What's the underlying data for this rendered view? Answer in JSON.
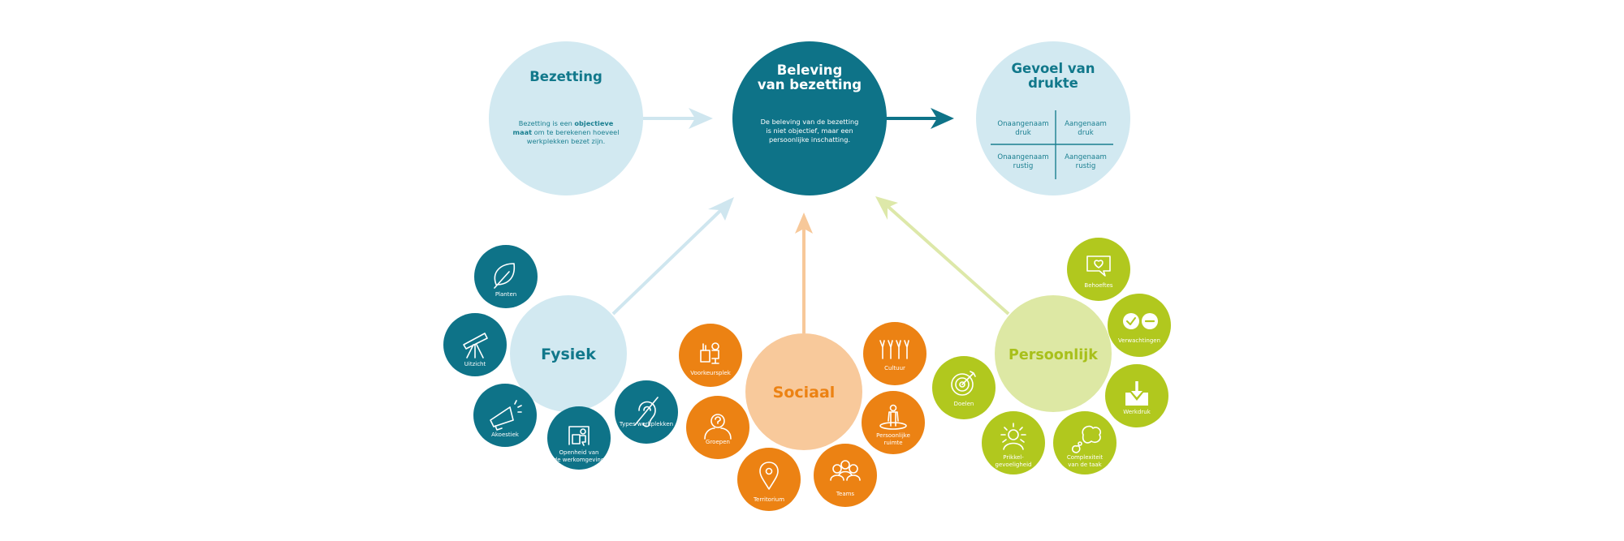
{
  "colors": {
    "teal_dark": "#0e7388",
    "teal_light": "#d2e9f1",
    "orange": "#ec8213",
    "orange_light": "#f8c99b",
    "green": "#b1c81e",
    "green_light": "#dde8a4",
    "arrow_blue": "#cfe6ef",
    "arrow_orange": "#f7c899",
    "arrow_green": "#dde8a9"
  },
  "top": {
    "bezetting": {
      "title": "Bezetting",
      "desc_line1_pre": "Bezetting is een ",
      "desc_line1_bold": "objectieve",
      "desc_line2_bold": "maat",
      "desc_line2_post": " om te berekenen hoeveel",
      "desc_line3": "werkplekken bezet zijn."
    },
    "beleving": {
      "title_line1": "Beleving",
      "title_line2": "van bezetting",
      "desc_line1": "De beleving van de bezetting",
      "desc_line2": "is niet objectief, maar een",
      "desc_line3": "persoonlijke inschatting."
    },
    "gevoel": {
      "title_line1": "Gevoel van",
      "title_line2": "drukte",
      "quadrants": [
        {
          "line1": "Onaangenaam",
          "line2": "druk"
        },
        {
          "line1": "Aangenaam",
          "line2": "druk"
        },
        {
          "line1": "Onaangenaam",
          "line2": "rustig"
        },
        {
          "line1": "Aangenaam",
          "line2": "rustig"
        }
      ]
    }
  },
  "groups": {
    "fysiek": {
      "title": "Fysiek",
      "items": [
        {
          "icon": "leaf-icon",
          "lines": [
            "Planten"
          ]
        },
        {
          "icon": "telescope-icon",
          "lines": [
            "Uitzicht"
          ]
        },
        {
          "icon": "megaphone-icon",
          "lines": [
            "Akoestiek"
          ]
        },
        {
          "icon": "workspace-person-icon",
          "lines": [
            "Openheid van",
            "de werkomgeving"
          ]
        },
        {
          "icon": "ear-crossed-icon",
          "lines": [
            "Types werkplekken"
          ]
        }
      ]
    },
    "sociaal": {
      "title": "Sociaal",
      "items": [
        {
          "icon": "desk-person-icon",
          "lines": [
            "Voorkeursplek"
          ]
        },
        {
          "icon": "person-question-icon",
          "lines": [
            "Groepen"
          ]
        },
        {
          "icon": "location-pin-icon",
          "lines": [
            "Territorium"
          ]
        },
        {
          "icon": "team-icon",
          "lines": [
            "Teams"
          ]
        },
        {
          "icon": "person-circle-icon",
          "lines": [
            "Persoonlijke",
            "ruimte"
          ]
        },
        {
          "icon": "raised-hands-icon",
          "lines": [
            "Cultuur"
          ]
        }
      ]
    },
    "persoonlijk": {
      "title": "Persoonlijk",
      "items": [
        {
          "icon": "heart-speech-icon",
          "lines": [
            "Behoeftes"
          ]
        },
        {
          "icon": "check-minus-icon",
          "lines": [
            "Verwachtingen"
          ]
        },
        {
          "icon": "inbox-download-icon",
          "lines": [
            "Werkdruk"
          ]
        },
        {
          "icon": "thought-cloud-icon",
          "lines": [
            "Complexiteit",
            "van de taak"
          ]
        },
        {
          "icon": "person-sensitive-icon",
          "lines": [
            "Prikkel-",
            "gevoeligheid"
          ]
        },
        {
          "icon": "target-icon",
          "lines": [
            "Doelen"
          ]
        }
      ]
    }
  }
}
